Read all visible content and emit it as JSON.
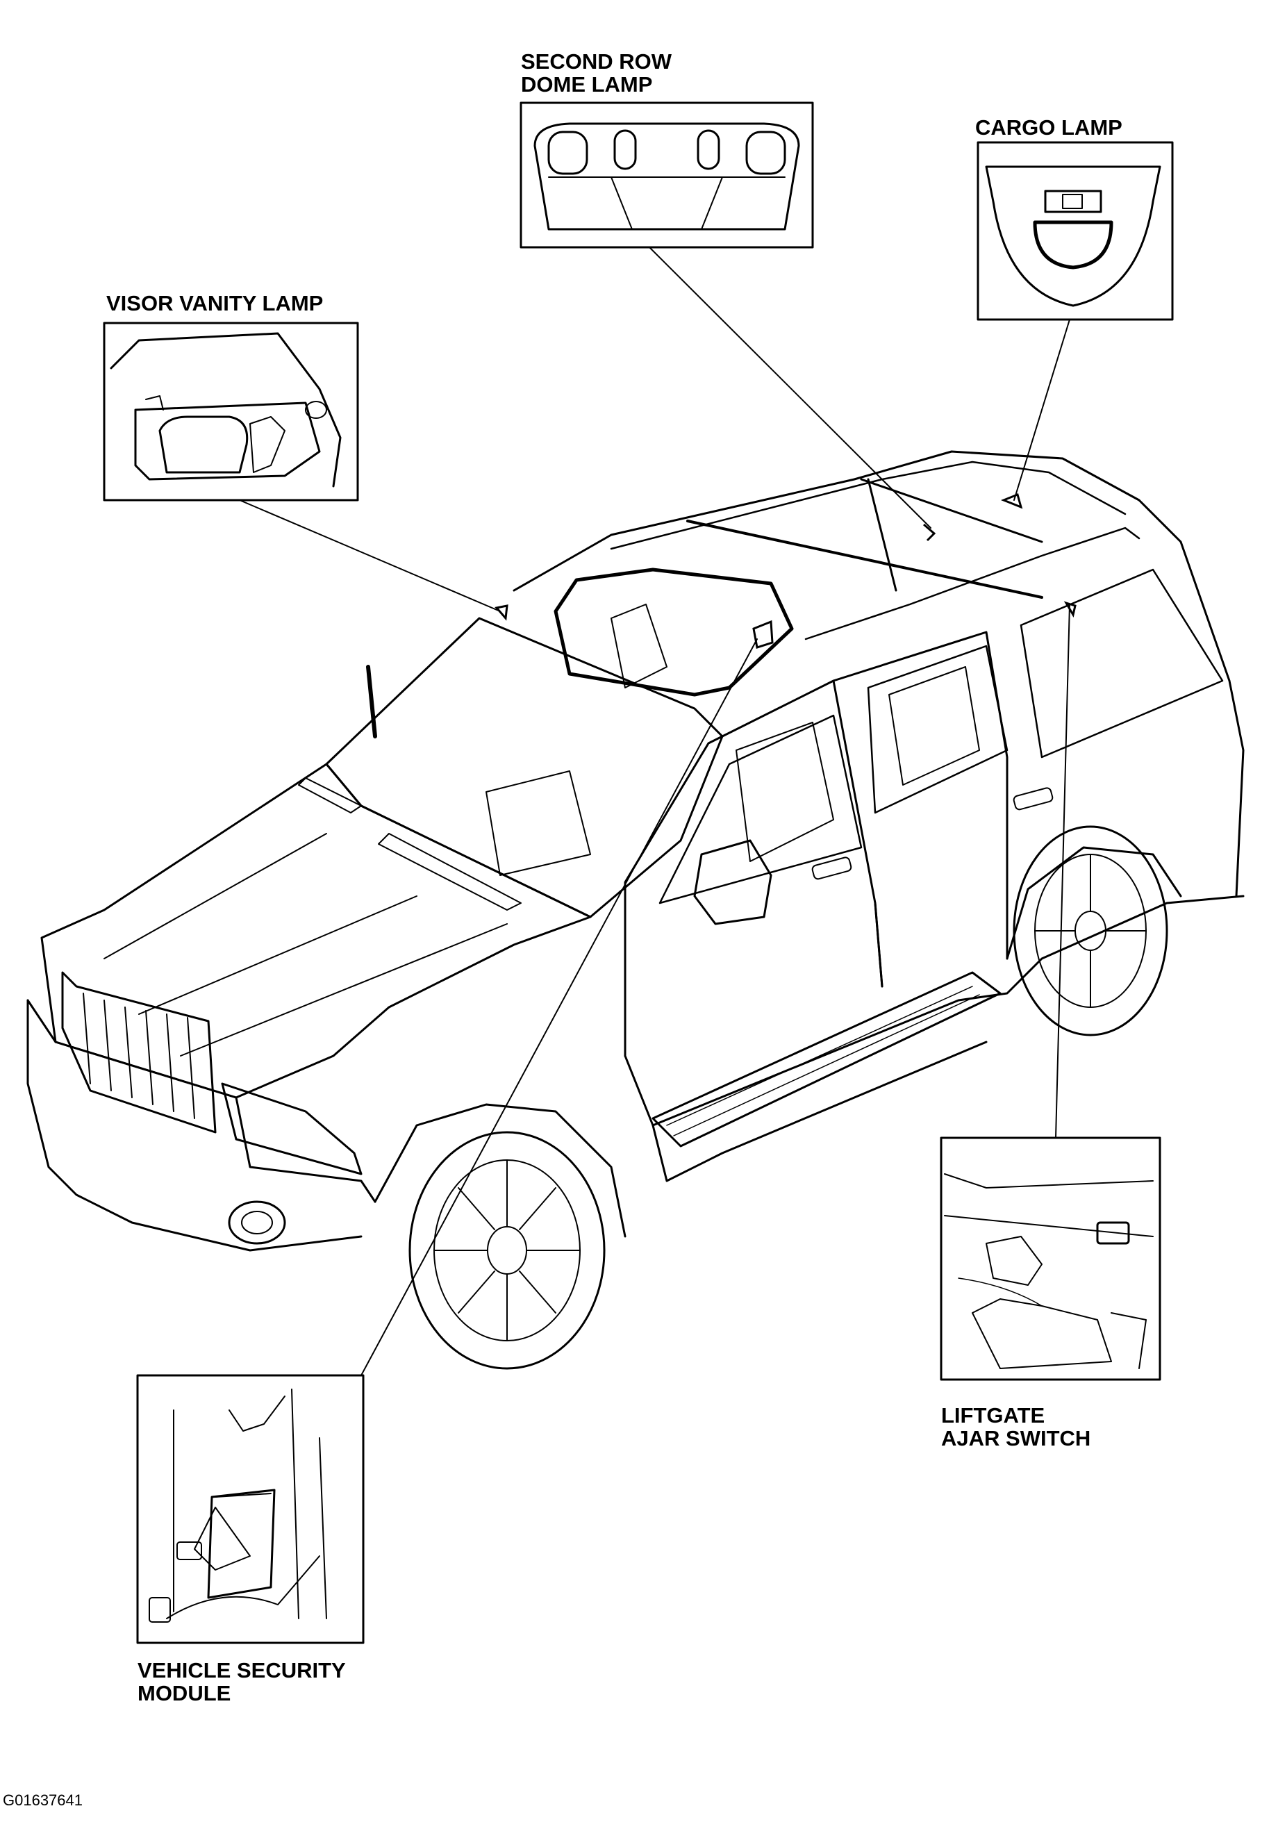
{
  "callouts": {
    "second_row_dome_lamp": {
      "line1": "SECOND ROW",
      "line2": "DOME LAMP"
    },
    "cargo_lamp": {
      "line1": "CARGO LAMP"
    },
    "visor_vanity_lamp": {
      "line1": "VISOR VANITY LAMP"
    },
    "liftgate_ajar_switch": {
      "line1": "LIFTGATE",
      "line2": "AJAR SWITCH"
    },
    "vehicle_security_module": {
      "line1": "VEHICLE SECURITY",
      "line2": "MODULE"
    }
  },
  "figure_id": "G01637641"
}
